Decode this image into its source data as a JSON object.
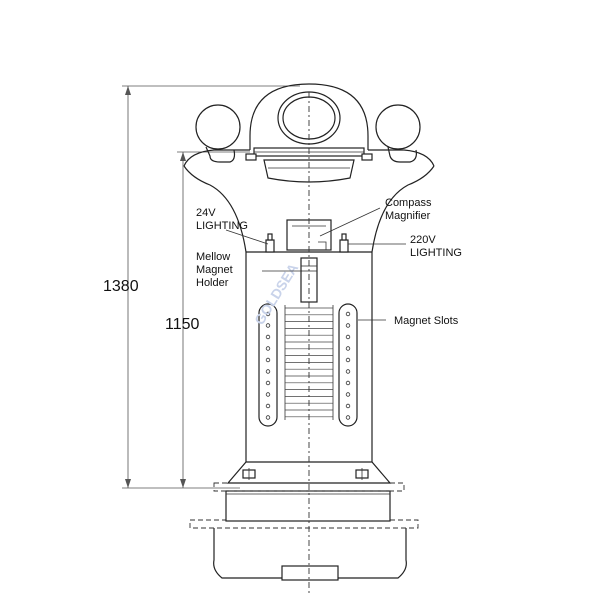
{
  "dimensions": {
    "overall_height": "1380",
    "column_height": "1150"
  },
  "labels": {
    "compass_magnifier": [
      "Compass",
      "Magnifier"
    ],
    "lighting_24v": [
      "24V",
      "LIGHTING"
    ],
    "lighting_220v": [
      "220V",
      "LIGHTING"
    ],
    "mellow_magnet_holder": [
      "Mellow",
      "Magnet",
      "Holder"
    ],
    "magnet_slots": "Magnet Slots"
  },
  "watermark": "GOLDSEA"
}
